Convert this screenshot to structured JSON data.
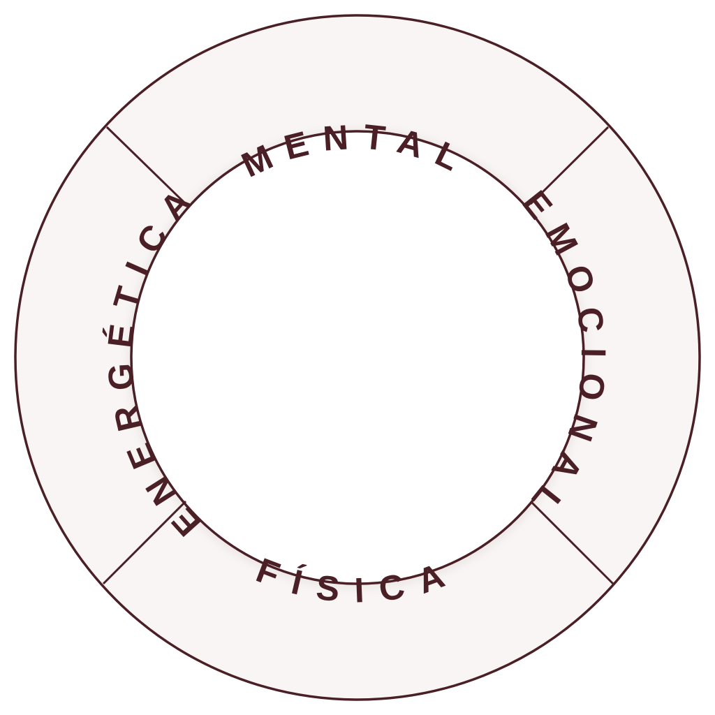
{
  "diagram": {
    "segments": [
      {
        "key": "top",
        "label": "MENTAL"
      },
      {
        "key": "right",
        "label": "EMOCIONAL"
      },
      {
        "key": "bottom",
        "label": "FÍSICA"
      },
      {
        "key": "left",
        "label": "ENERGÉTICA"
      }
    ],
    "colors": {
      "stroke": "#4a1f25",
      "ring_fill": "#f8f5f4",
      "inner_fill": "#ffffff",
      "text": "#4a1f25"
    }
  }
}
